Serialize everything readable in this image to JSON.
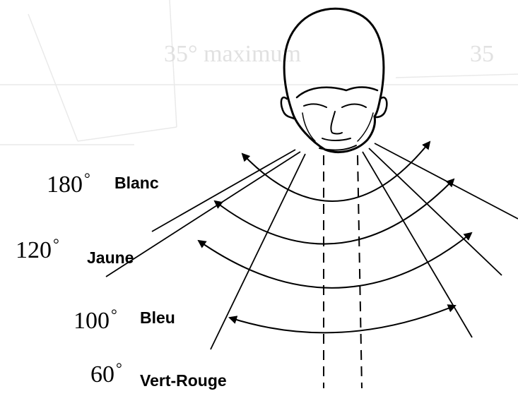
{
  "fields": [
    {
      "angle_label": "180",
      "degree_sign": "°",
      "colour": "Blanc",
      "angle": 180
    },
    {
      "angle_label": "120",
      "degree_sign": "°",
      "colour": "Jaune",
      "angle": 120
    },
    {
      "angle_label": "100",
      "degree_sign": "°",
      "colour": "Bleu",
      "angle": 100
    },
    {
      "angle_label": "60",
      "degree_sign": "°",
      "colour": "Vert-Rouge",
      "angle": 60
    }
  ],
  "background_bleed": {
    "heading": "35° maximum",
    "number": "35"
  },
  "colors": {
    "ink": "#000000",
    "bleed": "#c9c9c9"
  }
}
